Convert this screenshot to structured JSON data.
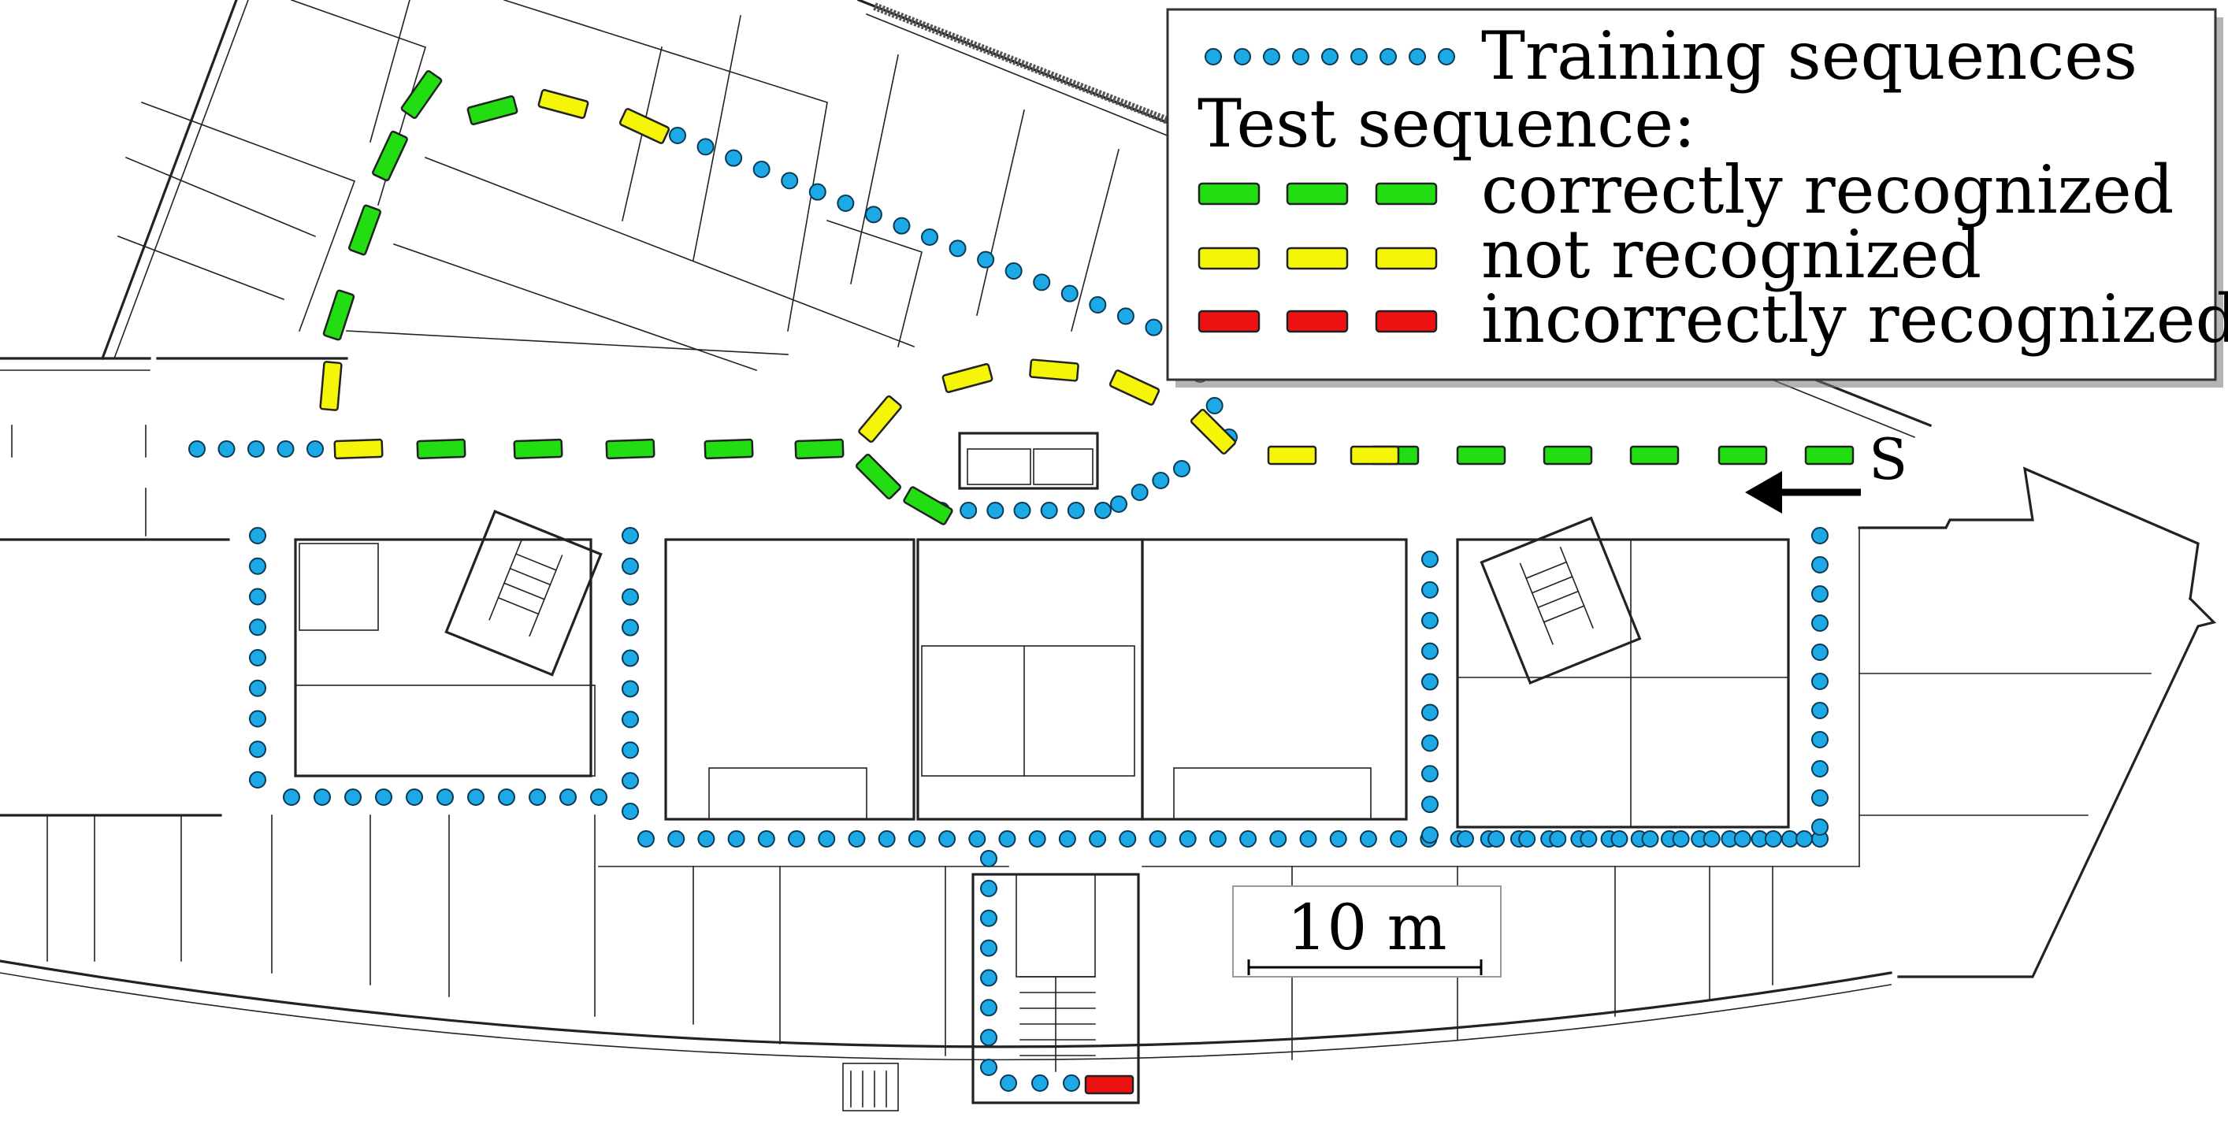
{
  "legend": {
    "training_label": "Training sequences",
    "test_header": "Test sequence:",
    "correct_label": "correctly recognized",
    "not_label": "not recognized",
    "incorrect_label": "incorrectly recognized"
  },
  "start_marker": "S",
  "scale_bar": {
    "label": "10 m"
  },
  "colors": {
    "training_dot": "#1ca9e6",
    "correct": "#22dd11",
    "not_recognized": "#f5f50a",
    "incorrect": "#ee1111"
  }
}
